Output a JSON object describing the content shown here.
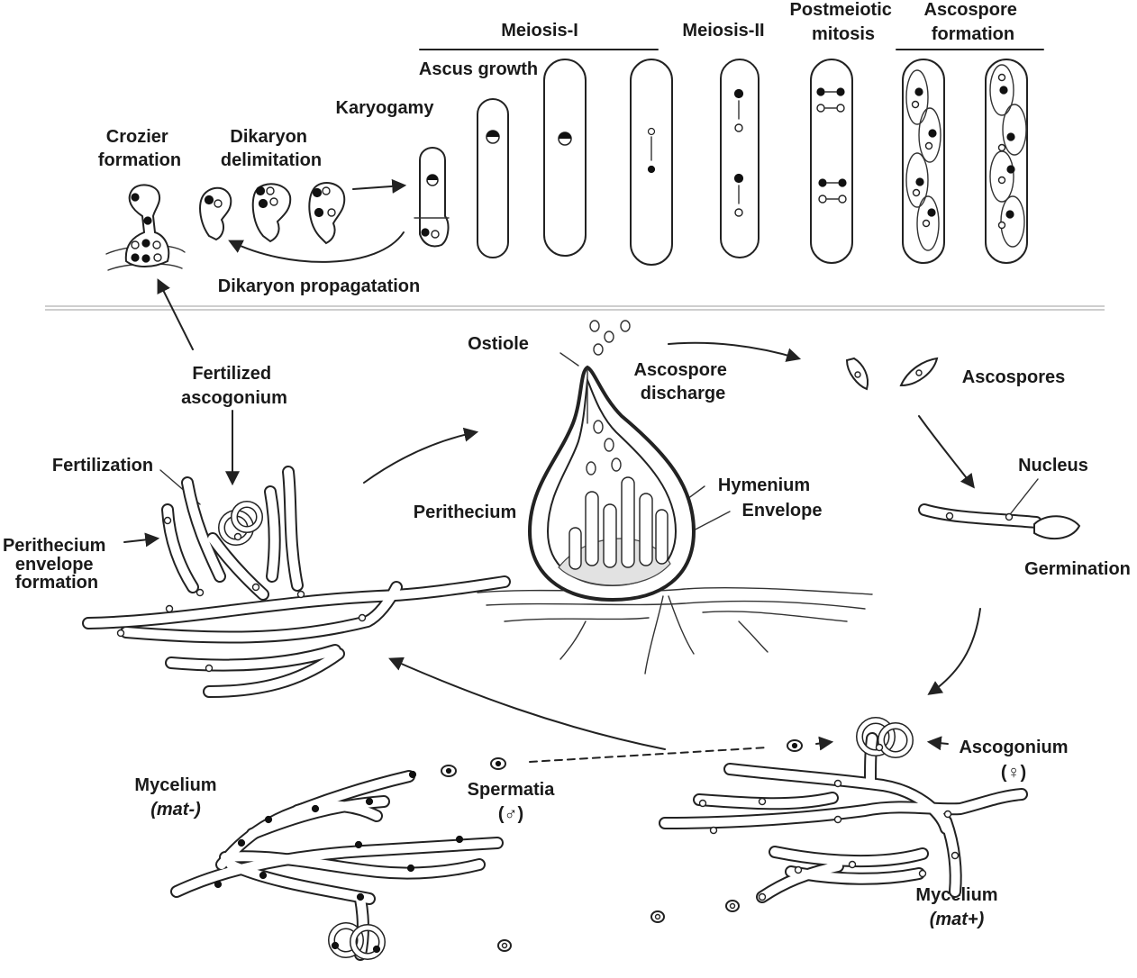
{
  "top_labels": {
    "crozier_formation": [
      "Crozier",
      "formation"
    ],
    "dikaryon_delimitation": [
      "Dikaryon",
      "delimitation"
    ],
    "karyogamy": "Karyogamy",
    "ascus_growth": "Ascus growth",
    "meiosis_1": "Meiosis-I",
    "meiosis_2": "Meiosis-II",
    "postmeiotic_mitosis": [
      "Postmeiotic",
      "mitosis"
    ],
    "ascospore_formation": [
      "Ascospore",
      "formation"
    ],
    "dikaryon_propagation": "Dikaryon propagatation"
  },
  "cycle_labels": {
    "fertilized_ascogonium": [
      "Fertilized",
      "ascogonium"
    ],
    "fertilization": "Fertilization",
    "perithecium_envelope_formation": [
      "Perithecium",
      "envelope",
      "formation"
    ],
    "ostiole": "Ostiole",
    "ascospore_discharge": [
      "Ascospore",
      "discharge"
    ],
    "perithecium": "Perithecium",
    "hymenium": "Hymenium",
    "envelope": "Envelope",
    "ascospores": "Ascospores",
    "nucleus": "Nucleus",
    "germination": "Germination",
    "ascogonium": "Ascogonium",
    "ascogonium_symbol": "(♀)",
    "spermatia": "Spermatia",
    "spermatia_symbol": "(♂)",
    "mycelium_minus": "Mycelium",
    "mycelium_minus_type": "(mat-)",
    "mycelium_plus": "Mycelium",
    "mycelium_plus_type": "(mat+)"
  }
}
